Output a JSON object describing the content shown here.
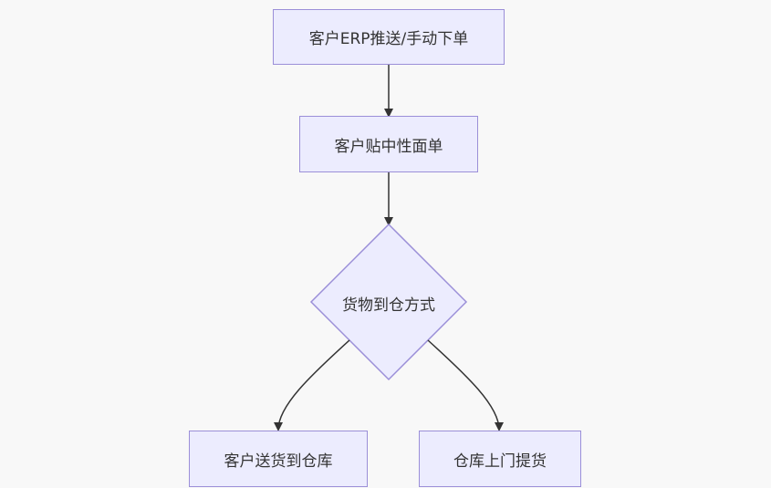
{
  "diagram": {
    "nodes": {
      "erp_order": "客户ERP推送/手动下单",
      "label_print": "客户贴中性面单",
      "delivery_method": "货物到仓方式",
      "customer_delivery": "客户送货到仓库",
      "warehouse_pickup": "仓库上门提货"
    },
    "colors": {
      "node_fill": "#ececfe",
      "node_border": "#9b8fd8",
      "edge": "#333333",
      "background": "#f8f8f8"
    }
  }
}
